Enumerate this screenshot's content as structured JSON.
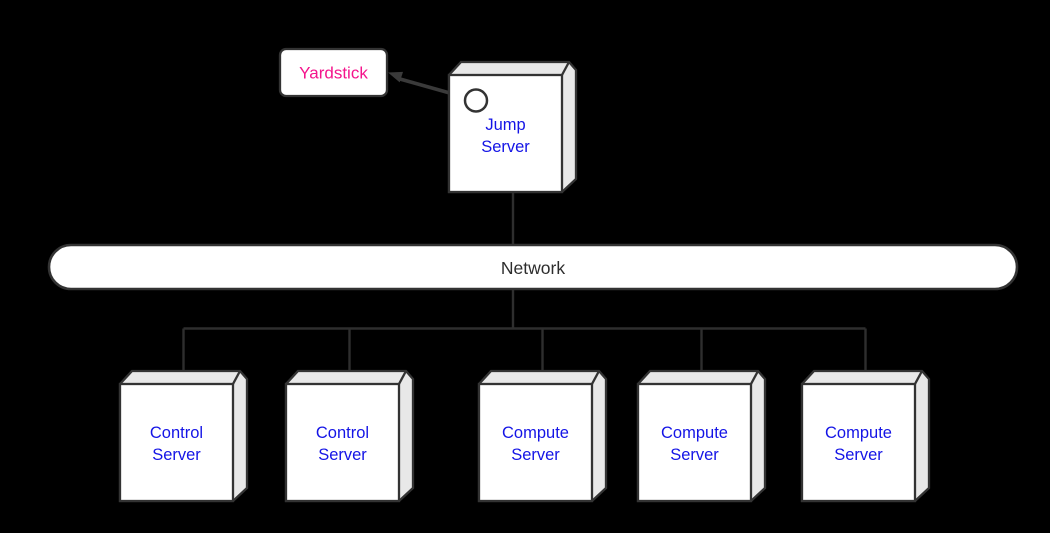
{
  "diagram": {
    "title": "deployment-diagram",
    "background": "#000000",
    "colors": {
      "border": "#333333",
      "edge_line": "#2e2e2e",
      "node_face": "#ffffff",
      "node_side": "#e8e8e8",
      "blue_label": "#1414e6",
      "pink_label": "#f4148c",
      "network_text": "#2d2d2d"
    },
    "yardstick": {
      "label": "Yardstick"
    },
    "jump_server": {
      "line1": "Jump",
      "line2": "Server"
    },
    "network": {
      "label": "Network"
    },
    "servers": [
      {
        "line1": "Control",
        "line2": "Server"
      },
      {
        "line1": "Control",
        "line2": "Server"
      },
      {
        "line1": "Compute",
        "line2": "Server"
      },
      {
        "line1": "Compute",
        "line2": "Server"
      },
      {
        "line1": "Compute",
        "line2": "Server"
      }
    ],
    "connections": [
      {
        "from": "Jump Server",
        "to": "Yardstick",
        "style": "arrow"
      },
      {
        "from": "Jump Server",
        "to": "Network",
        "style": "line"
      },
      {
        "from": "Network",
        "to": "Control Server (1)",
        "style": "line"
      },
      {
        "from": "Network",
        "to": "Control Server (2)",
        "style": "line"
      },
      {
        "from": "Network",
        "to": "Compute Server (1)",
        "style": "line"
      },
      {
        "from": "Network",
        "to": "Compute Server (2)",
        "style": "line"
      },
      {
        "from": "Network",
        "to": "Compute Server (3)",
        "style": "line"
      }
    ]
  }
}
